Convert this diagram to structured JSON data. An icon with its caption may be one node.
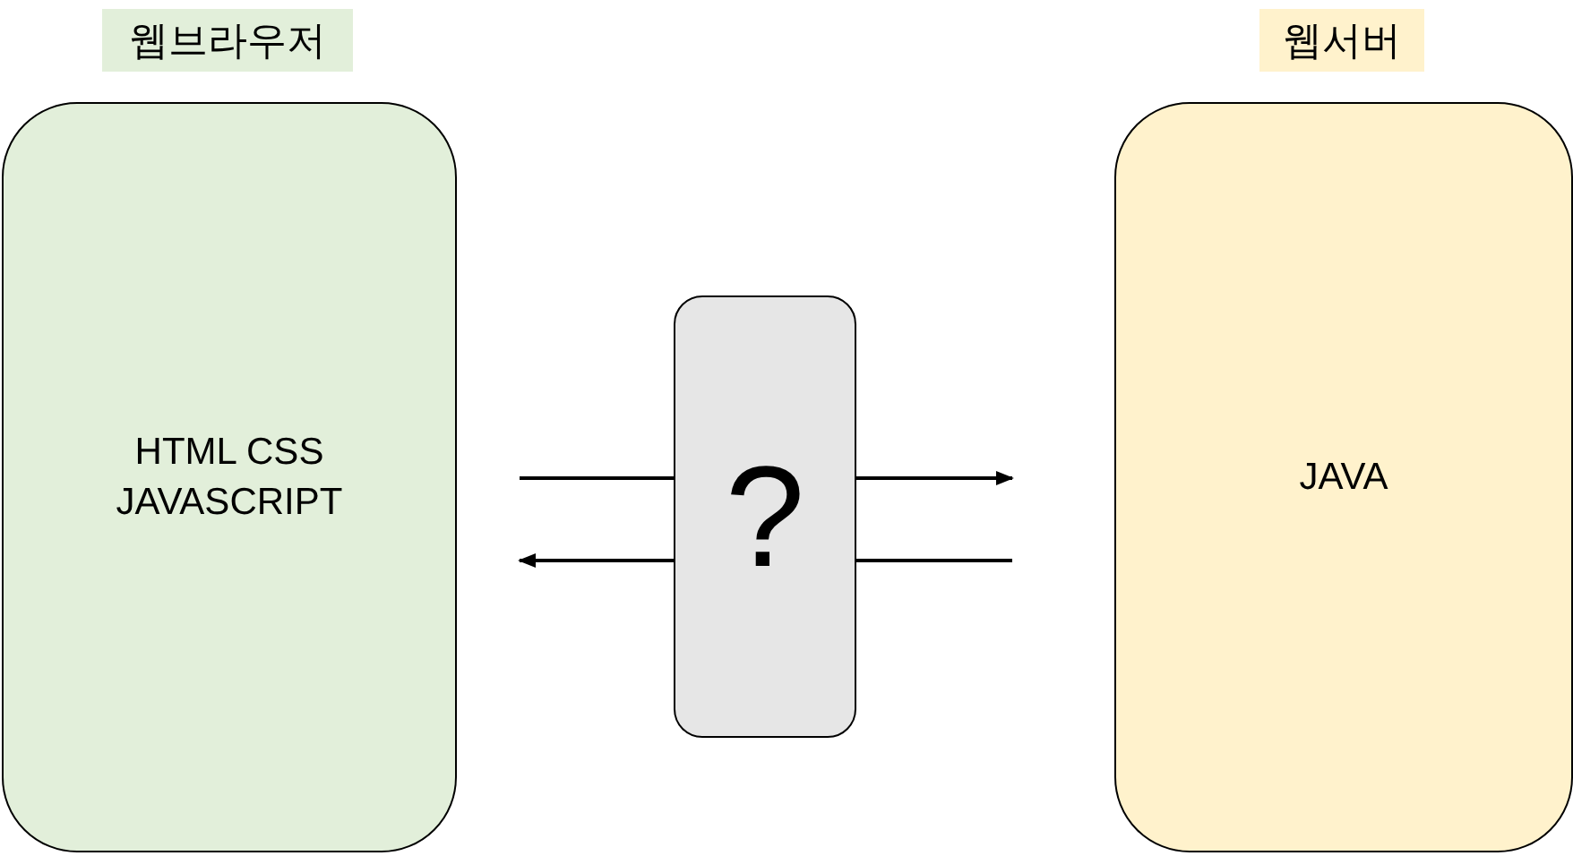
{
  "diagram": {
    "nodes": [
      {
        "text": [
          "웹브라우저",
          "HTML CSS JAVASCRIPT"
        ]
      },
      {
        "text": [
          "?"
        ]
      },
      {
        "text": [
          "웹서버",
          "JAVA"
        ]
      }
    ],
    "edges": [
      {
        "from": 0,
        "to": 1,
        "arrow": "none"
      },
      {
        "from": 1,
        "to": 2,
        "arrow": "to"
      },
      {
        "from": 2,
        "to": 1,
        "arrow": "none"
      },
      {
        "from": 1,
        "to": 0,
        "arrow": "to"
      }
    ]
  }
}
